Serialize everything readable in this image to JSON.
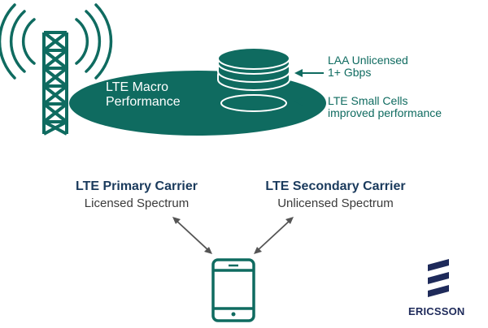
{
  "macro": {
    "line1": "LTE Macro",
    "line2": "Performance"
  },
  "laa": {
    "line1": "LAA  Unlicensed",
    "line2": "1+ Gbps"
  },
  "small_cells": {
    "line1": "LTE Small Cells",
    "line2": "improved performance"
  },
  "primary": {
    "title": "LTE Primary Carrier",
    "subtitle": "Licensed Spectrum"
  },
  "secondary": {
    "title": "LTE Secondary Carrier",
    "subtitle": "Unlicensed Spectrum"
  },
  "brand": {
    "name": "ERICSSON"
  },
  "colors": {
    "teal": "#0f6b60",
    "arrow": "#555555",
    "brand": "#1e2a5a",
    "title": "#1a3a5c"
  }
}
